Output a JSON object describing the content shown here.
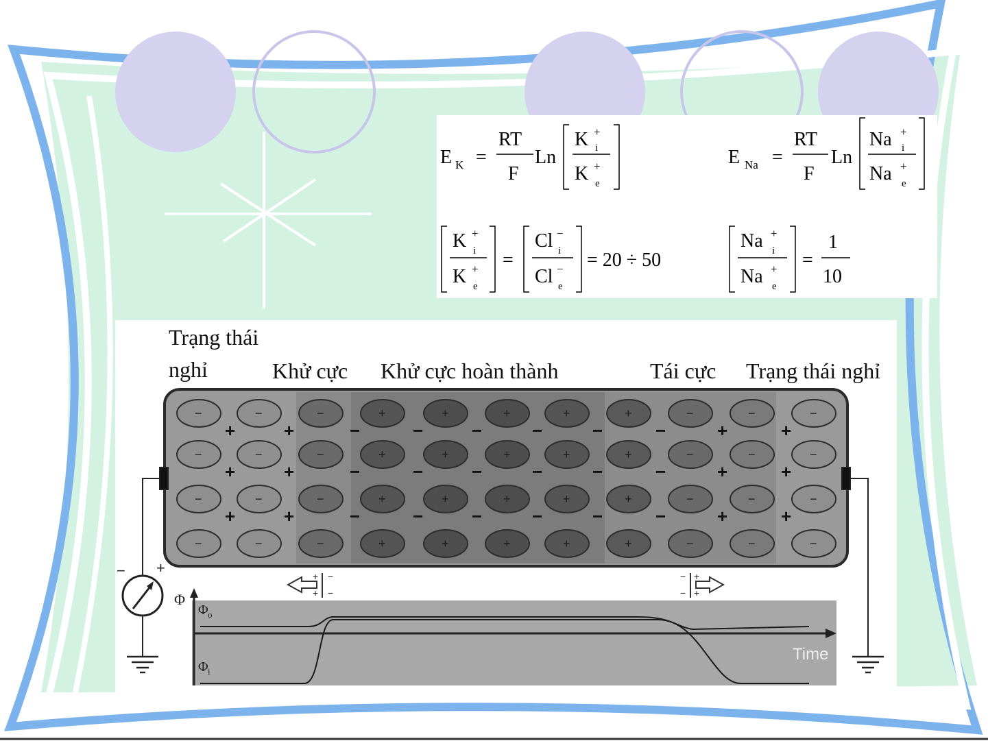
{
  "equations": {
    "ek": {
      "lhs": "E",
      "lhs_sub": "K",
      "num": "RT",
      "den": "F",
      "op": "Ln",
      "ion_top": "K",
      "ion_top_sup": "+",
      "ion_top_sub": "i",
      "ion_bot": "K",
      "ion_bot_sup": "+",
      "ion_bot_sub": "e"
    },
    "ena": {
      "lhs": "E",
      "lhs_sub": "Na",
      "num": "RT",
      "den": "F",
      "op": "Ln",
      "ion_top": "Na",
      "ion_top_sup": "+",
      "ion_top_sub": "i",
      "ion_bot": "Na",
      "ion_bot_sup": "+",
      "ion_bot_sub": "e"
    },
    "ratio_k": {
      "k_top": "K",
      "k_bot": "K",
      "cl_top": "Cl",
      "cl_bot": "Cl",
      "plus": "+",
      "minus": "−",
      "sub_i": "i",
      "sub_e": "e",
      "result": "= 20 ÷ 50"
    },
    "ratio_na": {
      "top": "Na",
      "bot": "Na",
      "sup": "+",
      "sub_i": "i",
      "sub_e": "e",
      "frac_num": "1",
      "frac_den": "10"
    }
  },
  "diagram": {
    "stage_labels": {
      "rest_line1": "Trạng thái",
      "rest_line2": "nghỉ",
      "depol": "Khử cực",
      "depol_complete": "Khử cực hoàn thành",
      "repol": "Tái cực",
      "rest_end": "Trạng thái nghỉ"
    },
    "graph": {
      "y_axis": "Φ",
      "phi_o": "Φ",
      "phi_o_sub": "o",
      "phi_i": "Φ",
      "phi_i_sub": "i",
      "x_axis": "Time"
    },
    "meter": {
      "minus": "−",
      "plus": "+"
    },
    "charges": {
      "plus": "+",
      "minus": "−"
    }
  },
  "colors": {
    "background_green": "#d4f2e2",
    "frame_blue": "#7cb3ec",
    "circle_fill": "#d4d2ef",
    "circle_ring": "#c7c6ea",
    "cell_gray": "#9a9a9a",
    "graph_gray": "#a8a8a8"
  }
}
